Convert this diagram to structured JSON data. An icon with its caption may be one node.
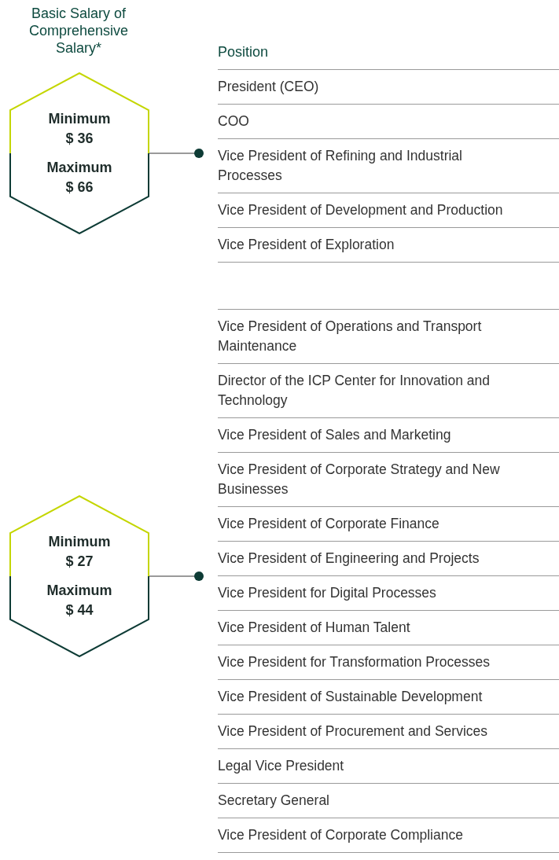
{
  "diagram": {
    "title": "Basic Salary of Comprehensive Salary*",
    "nodes": [
      {
        "text": [
          "Minimum $ 36",
          "Maximum $ 66"
        ]
      },
      {
        "text": [
          "President (CEO)",
          "COO",
          "Vice President of Refining and Industrial Processes",
          "Vice President of Development and Production",
          "Vice President of Exploration"
        ]
      },
      {
        "text": [
          "Minimum $ 27",
          "Maximum $ 44"
        ]
      },
      {
        "text": [
          "Vice President of Operations and Transport Maintenance",
          "Director of the ICP Center for Innovation and Technology",
          "Vice President of Sales and Marketing",
          "Vice President of Corporate Strategy and New Businesses",
          "Vice President of Corporate Finance",
          "Vice President of Engineering and Projects",
          "Vice President for Digital Processes",
          "Vice President of Human Talent",
          "Vice President for Transformation Processes",
          "Vice President of Sustainable Development",
          "Vice President of Procurement and Services",
          "Legal Vice President",
          "Secretary General",
          "Vice President of Corporate Compliance"
        ]
      }
    ],
    "edges": [
      {
        "from": 0,
        "to": 1,
        "arrow": "other"
      },
      {
        "from": 2,
        "to": 3,
        "arrow": "other"
      }
    ],
    "labels": [
      "Position"
    ]
  }
}
